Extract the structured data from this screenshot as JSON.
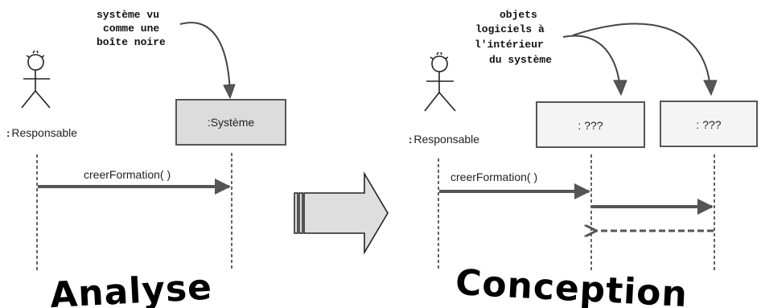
{
  "analyse": {
    "note_lines": [
      "système vu",
      "comme une",
      "boîte noire"
    ],
    "actor_prefix": ":",
    "actor_name": "Responsable",
    "system_label": ":Système",
    "message": "creerFormation( )",
    "title": "Analyse"
  },
  "conception": {
    "note_lines": [
      "objets",
      "logiciels à",
      "l'intérieur",
      "du système"
    ],
    "actor_prefix": ":",
    "actor_name": "Responsable",
    "object1_label": ": ???",
    "object2_label": ": ???",
    "message": "creerFormation( )",
    "title": "Conception"
  },
  "colors": {
    "system_fill": "#dcdcdc",
    "object_fill": "#f4f4f4",
    "arrow_fill": "#dedede",
    "line": "#555555"
  }
}
